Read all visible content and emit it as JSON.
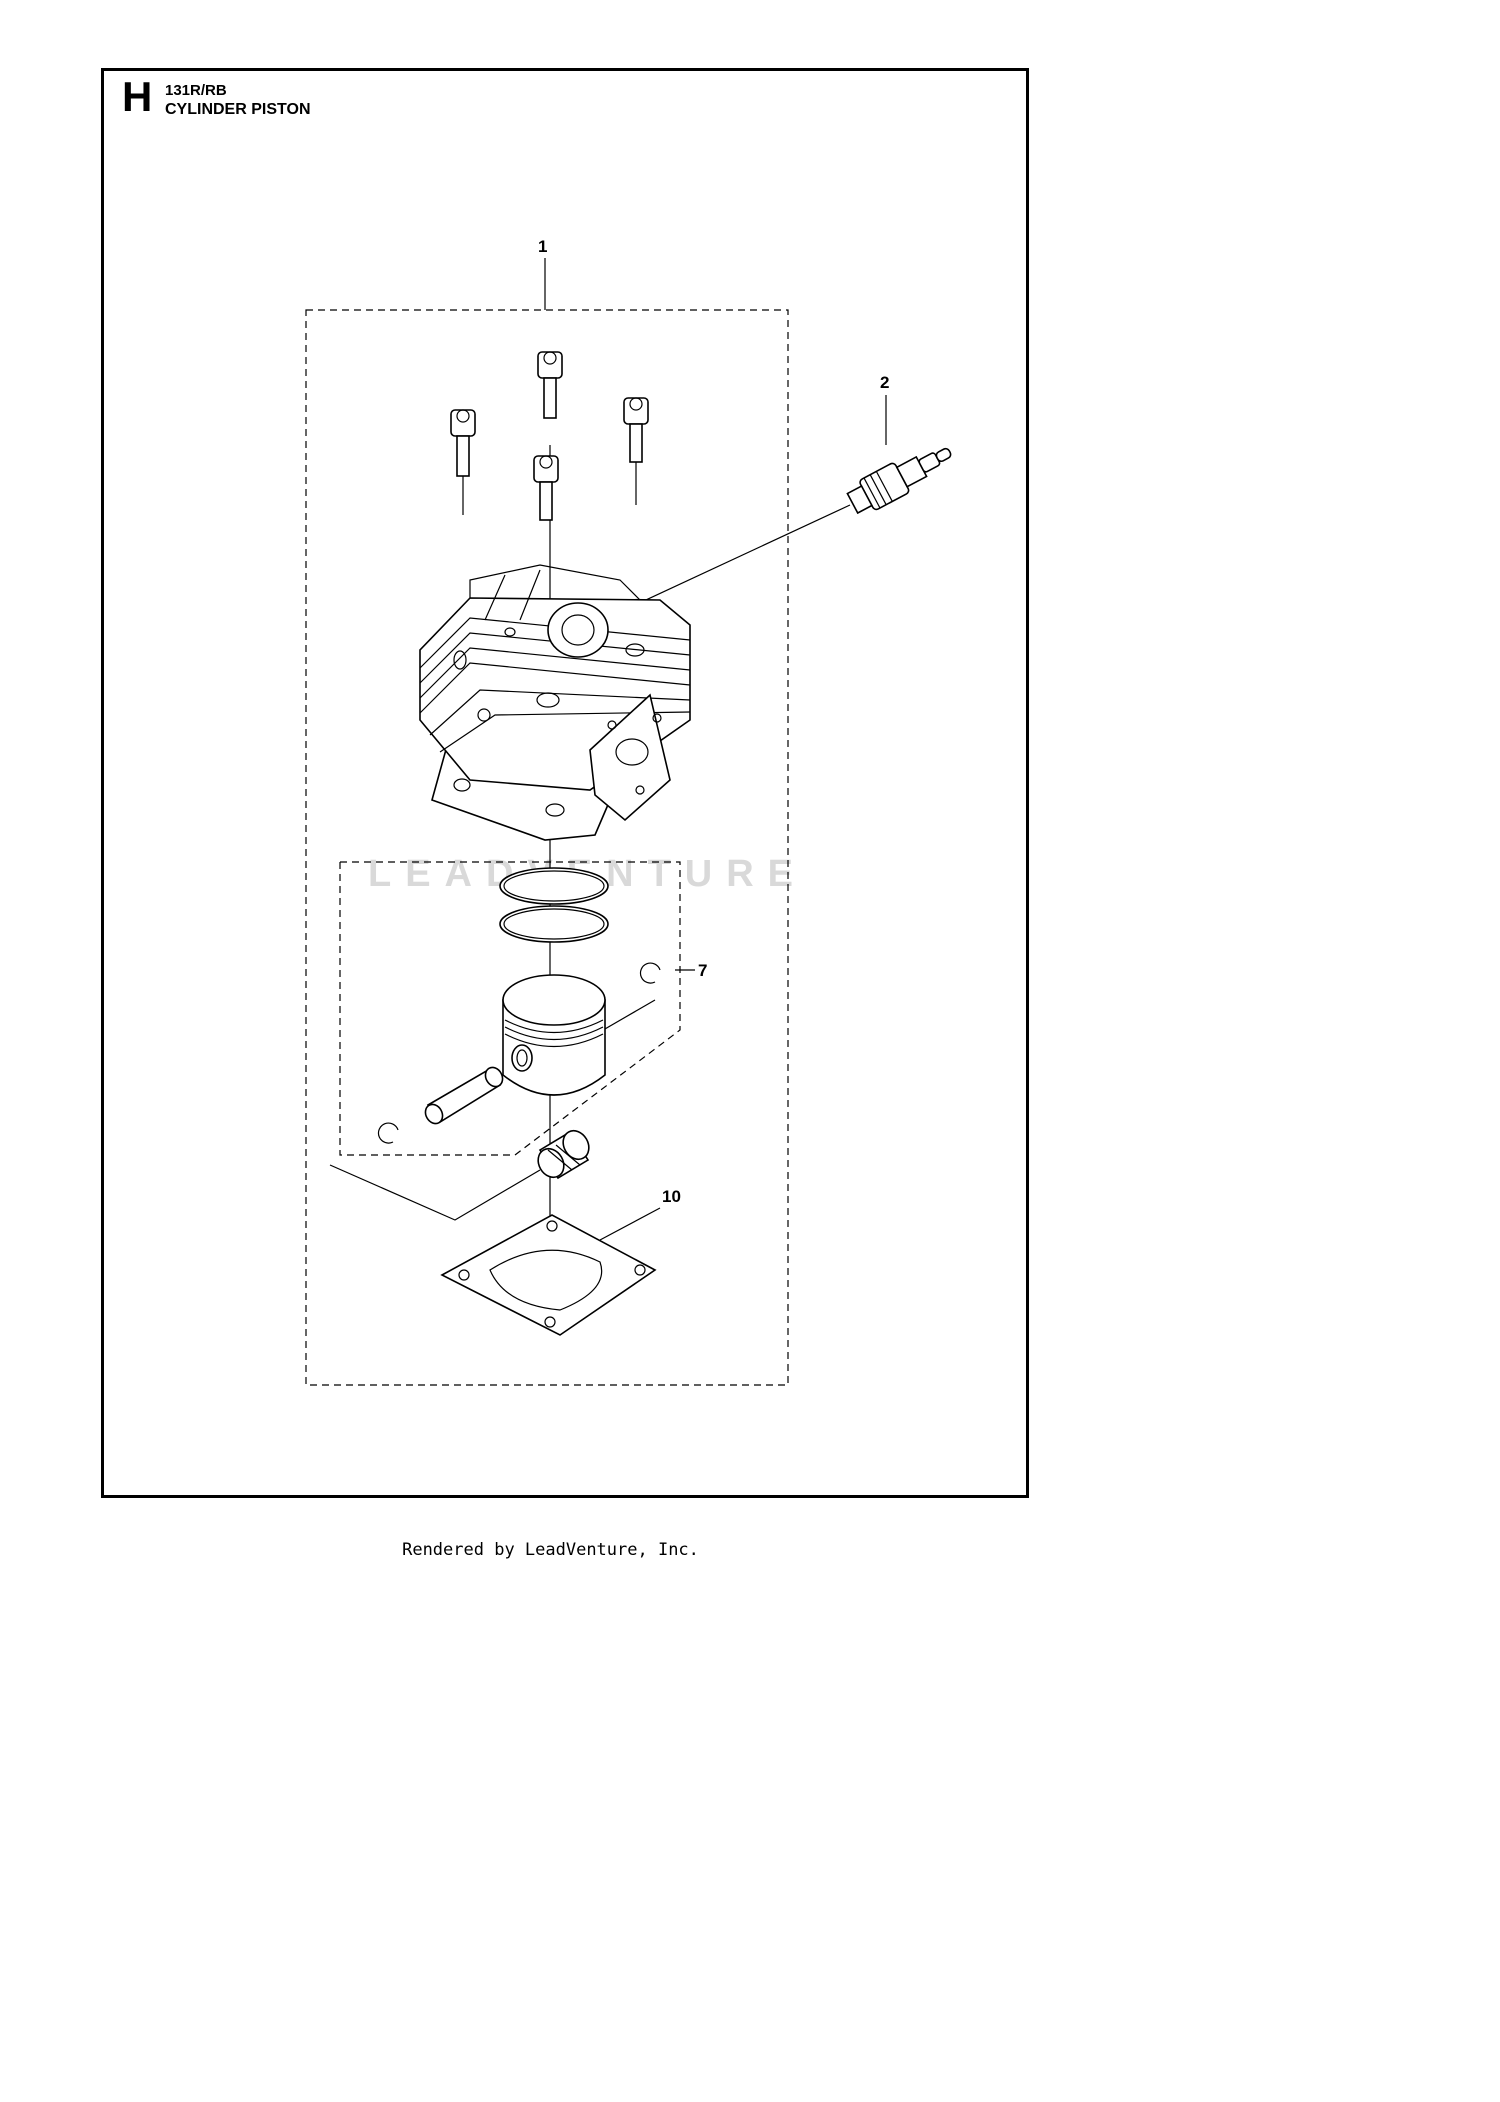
{
  "header": {
    "section_letter": "H",
    "model": "131R/RB",
    "title": "CYLINDER PISTON"
  },
  "callouts": [
    "1",
    "2",
    "7",
    "10"
  ],
  "watermark": "LEADVENTURE",
  "footer": "Rendered by LeadVenture, Inc."
}
